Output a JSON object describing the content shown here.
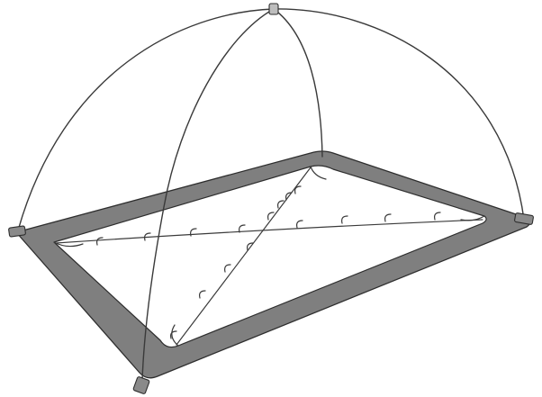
{
  "figure": {
    "subject": "tent-body-with-crossing-poles",
    "colors": {
      "floor_band": "#7f7f7f",
      "floor_outline": "#2e2e2e",
      "pole": "#3a3a3a",
      "mesh": "#ffffff",
      "pole_tip": "#bdbdbd",
      "background": "#ffffff"
    },
    "parts": [
      "pole-a",
      "pole-b",
      "hub",
      "floor-band",
      "mesh-body",
      "pole-clips",
      "pole-feet"
    ]
  }
}
